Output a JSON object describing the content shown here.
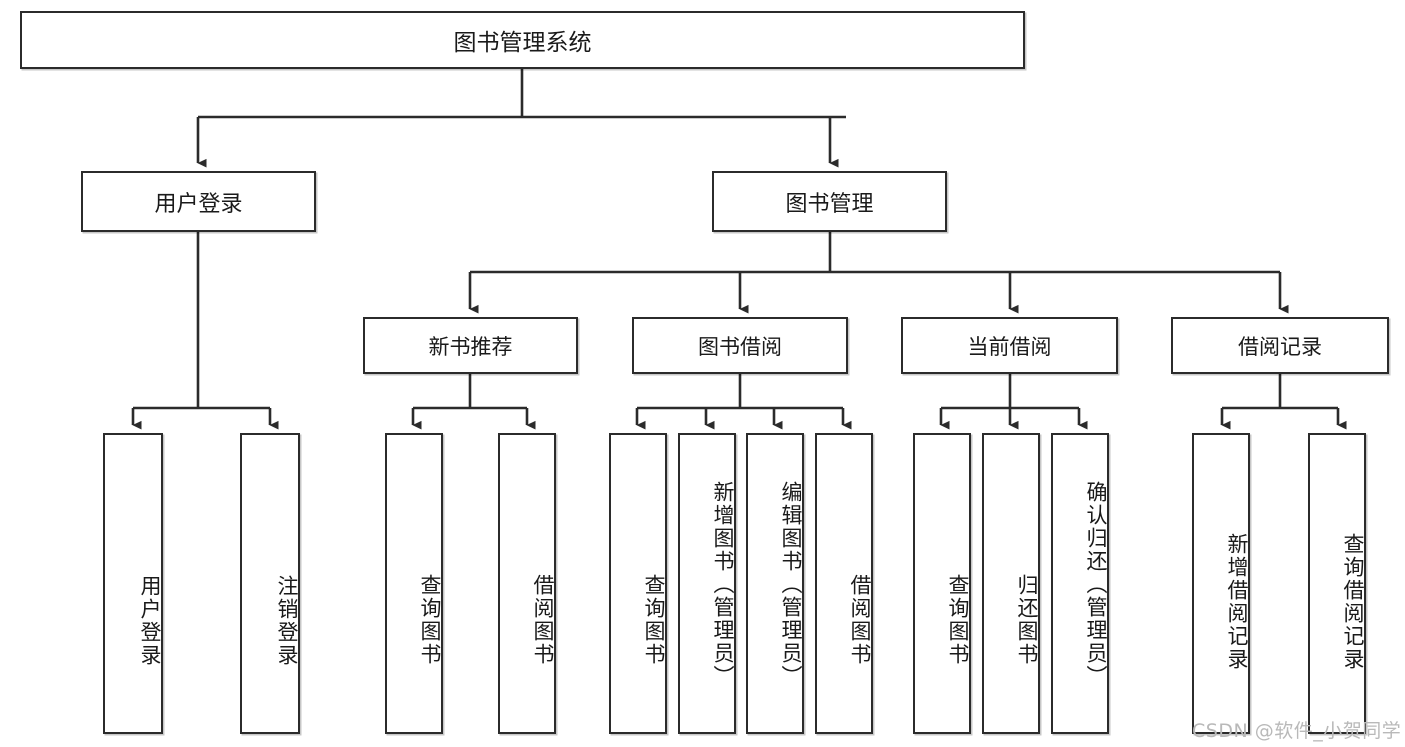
{
  "diagram": {
    "title": "图书管理系统",
    "type": "tree-hierarchy-chart",
    "root": {
      "label": "图书管理系统"
    },
    "level2": [
      {
        "label": "用户登录"
      },
      {
        "label": "图书管理"
      }
    ],
    "level3": [
      {
        "label": "新书推荐"
      },
      {
        "label": "图书借阅"
      },
      {
        "label": "当前借阅"
      },
      {
        "label": "借阅记录"
      }
    ],
    "leaves": {
      "user_login": [
        {
          "label": "用户登录"
        },
        {
          "label": "注销登录"
        }
      ],
      "new_book_recommend": [
        {
          "label": "查询图书"
        },
        {
          "label": "借阅图书"
        }
      ],
      "book_borrow": [
        {
          "label": "查询图书"
        },
        {
          "label": "新增图书（管理员）"
        },
        {
          "label": "编辑图书（管理员）"
        },
        {
          "label": "借阅图书"
        }
      ],
      "current_borrow": [
        {
          "label": "查询图书"
        },
        {
          "label": "归还图书"
        },
        {
          "label": "确认归还（管理员）"
        }
      ],
      "borrow_record": [
        {
          "label": "新增借阅记录"
        },
        {
          "label": "查询借阅记录"
        }
      ]
    }
  },
  "watermark": {
    "text": "CSDN @软件_小贺同学"
  },
  "colors": {
    "stroke": "#2b2b2b",
    "box_fill": "#ffffff",
    "text": "#1a1a1a",
    "watermark": "#b9b9b9"
  }
}
